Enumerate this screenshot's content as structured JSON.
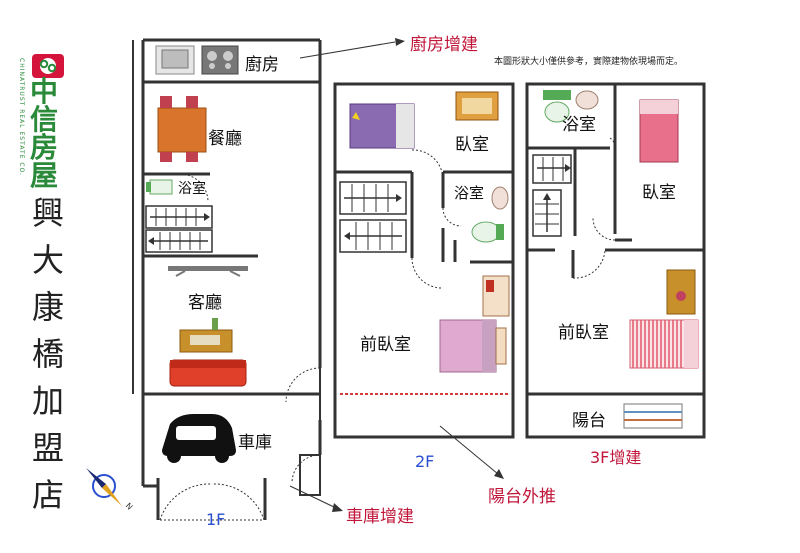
{
  "brand": {
    "name": "中信房屋",
    "name_line1": "中信",
    "name_line2": "房屋",
    "english": "CHINATRUST REAL ESTATE CO.",
    "accent_color": "#2a8a3a",
    "logo_color": "#d4143a"
  },
  "title": "興大康橋加盟店",
  "title_chars": [
    "興",
    "大",
    "康",
    "橋",
    "加",
    "盟",
    "店"
  ],
  "disclaimer": "本圖形狀大小僅供參考，實際建物依現場而定。",
  "annotations": {
    "kitchen_addition": "廚房增建",
    "garage_addition": "車庫增建",
    "balcony_extension": "陽台外推",
    "color": "#c0163a"
  },
  "floors": {
    "f1": {
      "label": "1F",
      "rooms": {
        "kitchen": "廚房",
        "dining": "餐廳",
        "bath": "浴室",
        "living": "客廳",
        "garage": "車庫"
      }
    },
    "f2": {
      "label": "2F",
      "rooms": {
        "bedroom": "臥室",
        "bath": "浴室",
        "front_bedroom": "前臥室"
      }
    },
    "f3": {
      "label": "3F增建",
      "rooms": {
        "bath": "浴室",
        "bedroom": "臥室",
        "front_bedroom": "前臥室",
        "balcony": "陽台"
      }
    }
  },
  "compass_label": "N"
}
